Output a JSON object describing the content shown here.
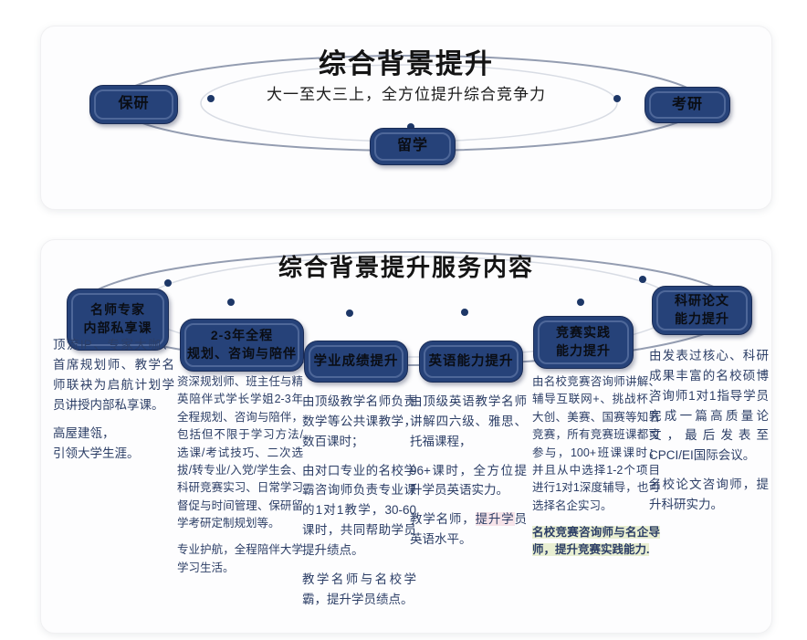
{
  "colors": {
    "pill_navy": "#264279",
    "pill_inner_line": "#91a5cd",
    "pill_text": "#0a0d14",
    "body_text": "#2c3e66",
    "arc_light": "#d8dce4",
    "arc_dark": "#949db1",
    "dot_navy": "#1d3767",
    "highlight_green": "#e9efd2",
    "highlight_pink": "#f7e4e9",
    "title_text": "#141414"
  },
  "panel1": {
    "title": "综合背景提升",
    "subtitle": "大一至大三上，全方位提升综合竞争力",
    "pills": [
      {
        "label": "保研"
      },
      {
        "label": "考研"
      },
      {
        "label": "留学"
      }
    ]
  },
  "panel2": {
    "title": "综合背景提升服务内容",
    "services": [
      {
        "pill_lines": [
          "名师专家",
          "内部私享课"
        ],
        "paragraphs": [
          {
            "style": "normal",
            "lines": [
              [
                {
                  "t": "顶流IP、专家大咖、首席规划师、教学名师联袂为启航计划学员讲授内部私享课。"
                }
              ]
            ]
          },
          {
            "style": "normal",
            "lines": [
              [
                {
                  "t": "高屋建瓴，"
                }
              ],
              [
                {
                  "t": "引领大学生涯。"
                }
              ]
            ]
          }
        ]
      },
      {
        "pill_lines": [
          "2-3年全程",
          "规划、咨询与陪伴"
        ],
        "paragraphs": [
          {
            "style": "normal",
            "lines": [
              [
                {
                  "t": "资深规划师、班主任与精英陪伴式学长学姐2-3年全程规划、咨询与陪伴，包括但不限于学习方法/选课/考试技巧、二次选拔/转专业/入党/学生会、科研竞赛实习、日常学习督促与时间管理、保研留学考研定制规划等。"
                }
              ]
            ]
          },
          {
            "style": "normal",
            "lines": [
              [
                {
                  "t": "专业护航，全程陪伴大学学习生活。"
                }
              ]
            ]
          }
        ]
      },
      {
        "pill_lines": [
          "学业成绩提升"
        ],
        "paragraphs": [
          {
            "style": "normal",
            "lines": [
              [
                {
                  "t": "由顶级教学名师负责数学等公共课教学，数百课时；"
                }
              ]
            ]
          },
          {
            "style": "normal",
            "lines": [
              [
                {
                  "t": "由对口专业的名校学霸咨询师负责专业课的1对1教学，30-60课时，共同帮助学员提升绩点。"
                }
              ]
            ]
          },
          {
            "style": "normal",
            "lines": [
              [
                {
                  "t": "教学名师与名校学霸，提升学员绩点。"
                }
              ]
            ]
          }
        ]
      },
      {
        "pill_lines": [
          "英语能力提升"
        ],
        "paragraphs": [
          {
            "style": "normal",
            "lines": [
              [
                {
                  "t": "由顶级英语教学名师讲解四六级、雅思、托福课程，"
                }
              ]
            ]
          },
          {
            "style": "normal",
            "lines": [
              [
                {
                  "t": "96+课时，全方位提升学员英语实力。"
                }
              ]
            ]
          },
          {
            "style": "normal",
            "lines": [
              [
                {
                  "t": "教学名师，"
                },
                {
                  "t": "提升学",
                  "hl": "pink"
                },
                {
                  "t": "员英语水平。"
                }
              ]
            ]
          }
        ]
      },
      {
        "pill_lines": [
          "竞赛实践",
          "能力提升"
        ],
        "paragraphs": [
          {
            "style": "normal",
            "lines": [
              [
                {
                  "t": "由名校竞赛咨询师讲解、辅导互联网+、挑战杯、大创、美赛、国赛等知名竞赛，所有竞赛班课都可参与，100+班课课时；并且从中选择1-2个项目进行1对1深度辅导，也可选择名企实习。"
                }
              ]
            ]
          },
          {
            "style": "strong-highlight",
            "lines": [
              [
                {
                  "t": "名校竞赛咨询师与名企导师，提升竞赛实践能力."
                }
              ]
            ]
          }
        ]
      },
      {
        "pill_lines": [
          "科研论文",
          "能力提升"
        ],
        "paragraphs": [
          {
            "style": "normal",
            "lines": [
              [
                {
                  "t": "由发表过核心、科研成果丰富的名校硕博咨询师1对1指导学员完成一篇高质量论文，最后发表至CPCI/EI国际会议。"
                }
              ]
            ]
          },
          {
            "style": "normal",
            "lines": [
              [
                {
                  "t": "名校论文咨询师，提升科研实力。"
                }
              ]
            ]
          }
        ]
      }
    ]
  }
}
